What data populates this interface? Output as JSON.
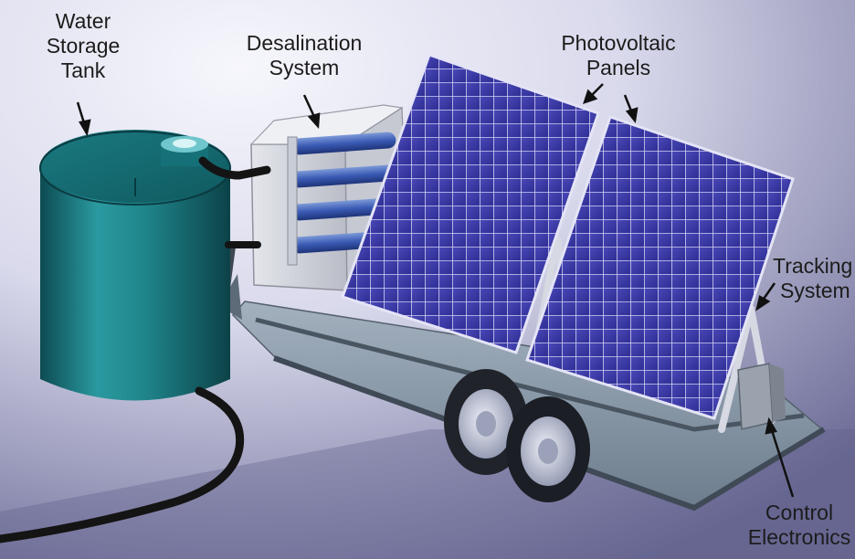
{
  "labels": {
    "water_tank": [
      "Water",
      "Storage",
      "Tank"
    ],
    "desalination": [
      "Desalination",
      "System"
    ],
    "photovoltaic": [
      "Photovoltaic",
      "Panels"
    ],
    "tracking": [
      "Tracking",
      "System"
    ],
    "control": [
      "Control",
      "Electronics"
    ]
  },
  "colors": {
    "background_light": "#f3f3fb",
    "background_dark": "#6a6a96",
    "tank": "#1d7a80",
    "panel_cell": "#3b3aa4",
    "panel_grid": "#c9c9ee",
    "trailer": "#7e8e9e",
    "tire": "#20232a",
    "rim": "#c7ccdc",
    "hose": "#141414"
  },
  "icons": {
    "panel": "photovoltaic-panel-icon",
    "tank": "water-tank-icon",
    "wheel": "wheel-icon"
  }
}
